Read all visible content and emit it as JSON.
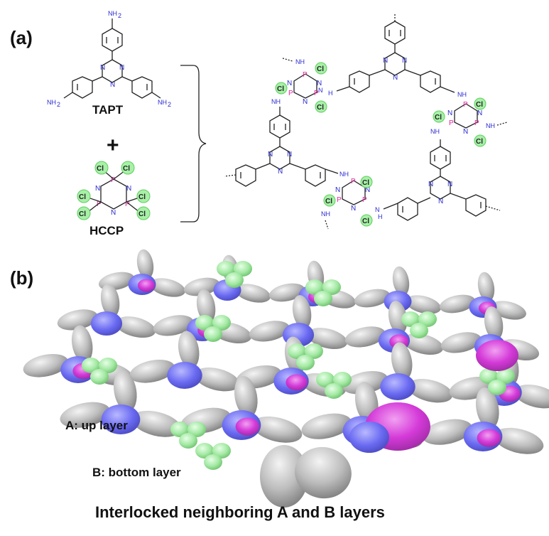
{
  "panel_a": {
    "label": "(a)",
    "monomer1": {
      "name": "TAPT",
      "amine": "NH",
      "amine_sub": "2",
      "ring_n": "N"
    },
    "plus": "+",
    "monomer2": {
      "name": "HCCP",
      "p": "P",
      "n": "N",
      "cl": "Cl"
    },
    "network": {
      "nh": "NH",
      "n": "N",
      "p": "P",
      "cl": "Cl",
      "h": "H"
    }
  },
  "panel_b": {
    "label": "(b)",
    "layer_a": "A: up layer",
    "layer_b": "B: bottom layer",
    "caption": "Interlocked neighboring A and B layers"
  },
  "colors": {
    "nitrogen": "#2a2ad0",
    "phosphorus": "#e0249a",
    "chlorine_highlight": "#a8f0a8",
    "surface_gray": "#b4b4b4",
    "surface_blue": "#6a6af2",
    "surface_magenta": "#d43ad8",
    "surface_green": "#8fe08f"
  }
}
